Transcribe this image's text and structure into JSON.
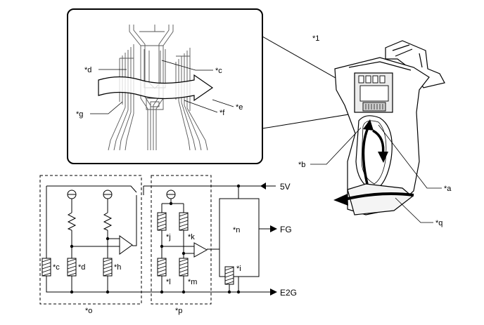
{
  "labels": {
    "one": "*1",
    "a": "*a",
    "b": "*b",
    "c": "*c",
    "d": "*d",
    "e": "*e",
    "f": "*f",
    "g": "*g",
    "h": "*h",
    "i": "*i",
    "j": "*j",
    "k": "*k",
    "l": "*l",
    "m": "*m",
    "n": "*n",
    "o": "*o",
    "p": "*p",
    "q": "*q"
  },
  "terminals": {
    "v5": "5V",
    "fg": "FG",
    "e2g": "E2G"
  }
}
